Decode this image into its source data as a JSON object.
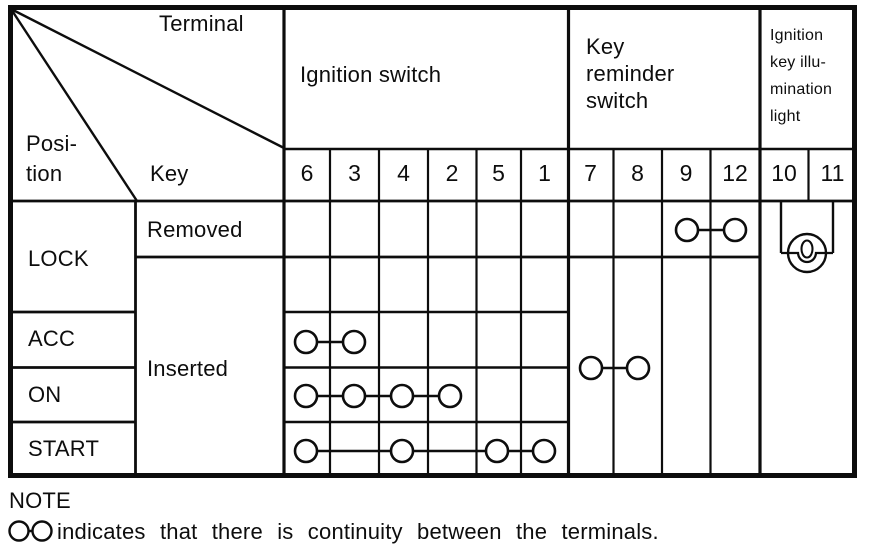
{
  "document": {
    "kind": "ignition switch continuity table",
    "note": {
      "title": "NOTE",
      "symbol": "O—O",
      "text": "indicates that there is continuity between the terminals."
    }
  },
  "table": {
    "corner": {
      "terminal": "Terminal",
      "position": "Posi-\ntion",
      "key": "Key"
    },
    "groups": [
      {
        "label": "Ignition switch",
        "terminals": [
          "6",
          "3",
          "4",
          "2",
          "5",
          "1"
        ]
      },
      {
        "label": "Key\nreminder\nswitch",
        "terminals": [
          "7",
          "8",
          "9",
          "12"
        ]
      },
      {
        "label": "Ignition\nkey illu-\nmination\nlight",
        "terminals": [
          "10",
          "11"
        ]
      }
    ],
    "positions": [
      "LOCK",
      "ACC",
      "ON",
      "START"
    ],
    "key_states": [
      "Removed",
      "Inserted"
    ],
    "continuity_marks": [
      {
        "position": "LOCK",
        "key_state": "Removed",
        "terminals": [
          "9",
          "12"
        ]
      },
      {
        "position": "ACC–START",
        "key_state": "Inserted",
        "terminals": [
          "7",
          "8"
        ]
      },
      {
        "position": "ACC",
        "key_state": "Inserted",
        "terminals": [
          "6",
          "3"
        ]
      },
      {
        "position": "ON",
        "key_state": "Inserted",
        "terminals": [
          "6",
          "3",
          "4",
          "2"
        ]
      },
      {
        "position": "START",
        "key_state": "Inserted",
        "terminals": [
          "6",
          "4",
          "5",
          "1"
        ]
      }
    ],
    "lamp": {
      "name": "ignition key illumination light bulb",
      "between_terminals": [
        "10",
        "11"
      ]
    }
  },
  "colors": {
    "ink": "#0d0d0d",
    "paper": "#ffffff"
  }
}
